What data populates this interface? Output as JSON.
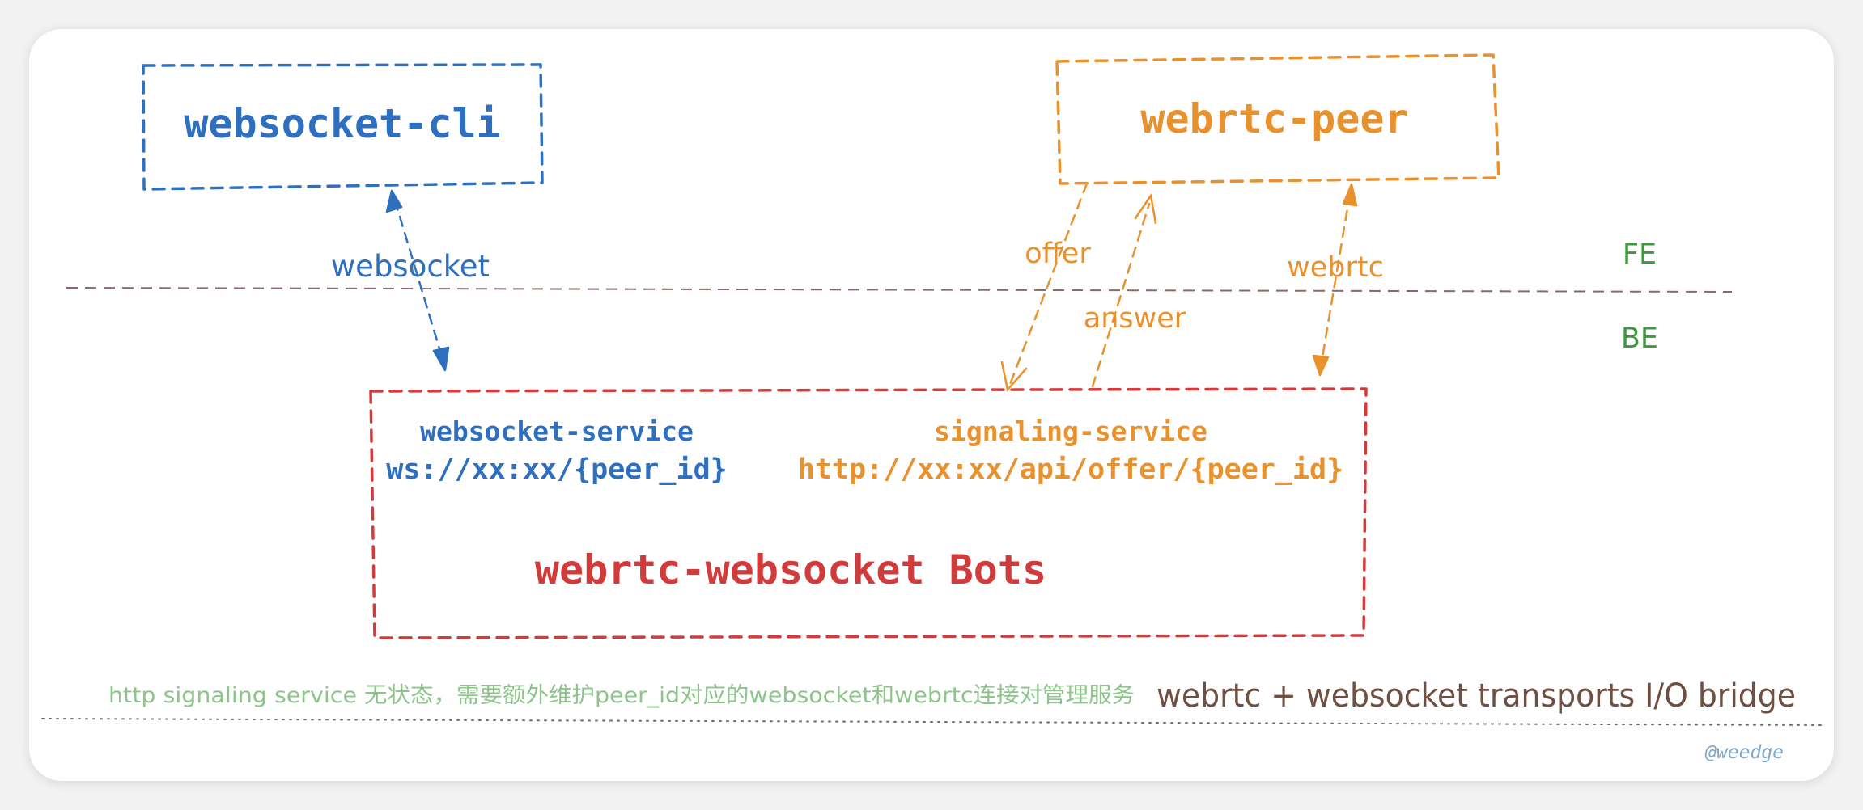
{
  "colors": {
    "background": "#f2f2f2",
    "card": "#ffffff",
    "blue": "#2f6fbf",
    "orange": "#e8912d",
    "red": "#d23b3b",
    "green": "#3d9a3d",
    "light_green": "#8cc48a",
    "brown": "#6e4f42",
    "divider": "#8a6a66",
    "signature": "#7fa6cc"
  },
  "boxes": {
    "websocket_cli": "websocket-cli",
    "webrtc_peer": "webrtc-peer",
    "bots": {
      "title": "webrtc-websocket Bots",
      "websocket_service_name": "websocket-service",
      "websocket_service_url": "ws://xx:xx/{peer_id}",
      "signaling_service_name": "signaling-service",
      "signaling_service_url": "http://xx:xx/api/offer/{peer_id}"
    }
  },
  "connections": {
    "websocket": "websocket",
    "offer": "offer",
    "answer": "answer",
    "webrtc": "webrtc"
  },
  "layers": {
    "frontend": "FE",
    "backend": "BE"
  },
  "footer": {
    "note": "http signaling service 无状态，需要额外维护peer_id对应的websocket和webrtc连接对管理服务",
    "caption": "webrtc + websocket transports I/O bridge"
  },
  "signature": "@weedge"
}
